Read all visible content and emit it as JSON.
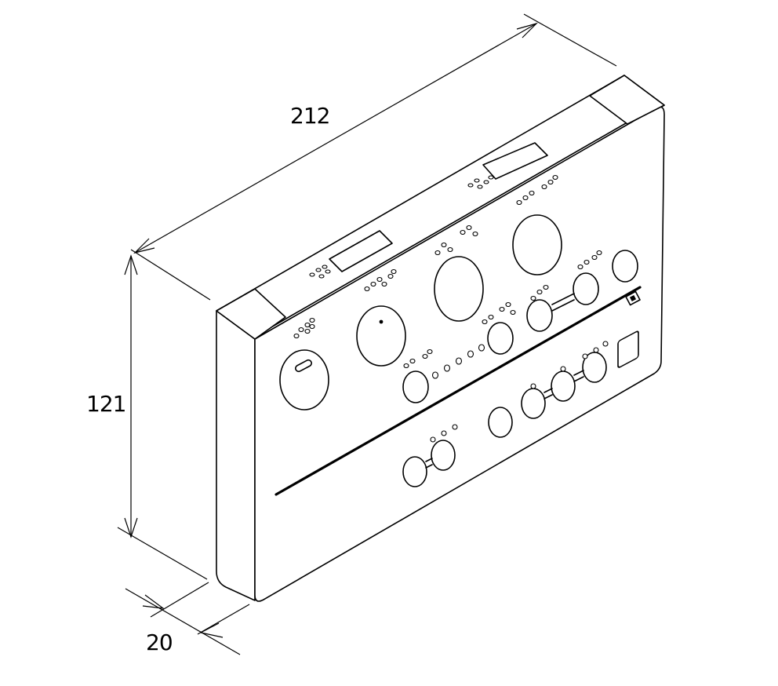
{
  "drawing": {
    "subject": "device-enclosure-isometric",
    "stroke_color": "#000000",
    "background_color": "#ffffff"
  },
  "dimensions": {
    "width_label": "212",
    "height_label": "121",
    "depth_label": "20"
  }
}
